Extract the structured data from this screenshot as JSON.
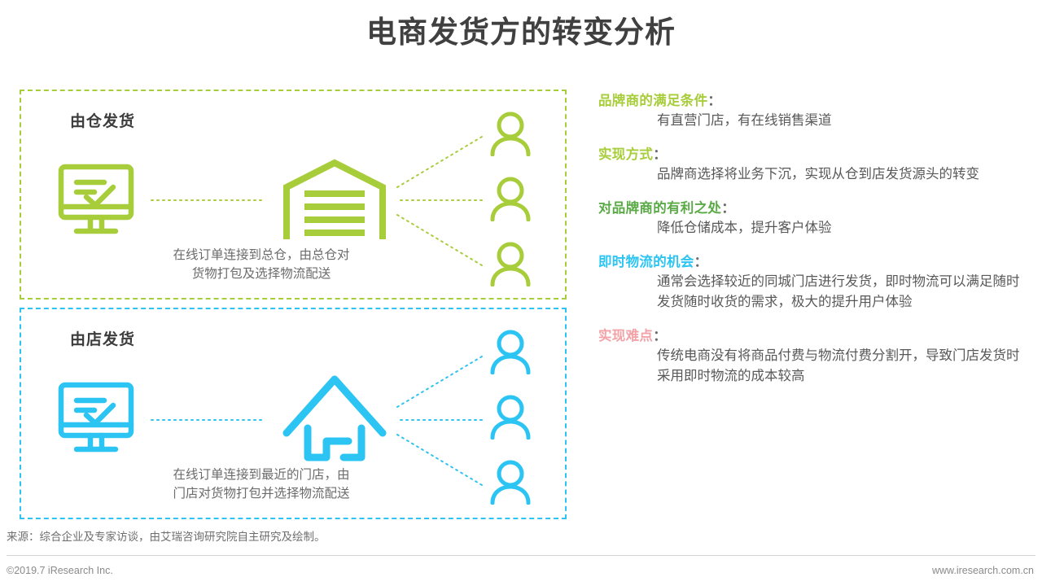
{
  "title": "电商发货方的转变分析",
  "colors": {
    "green": "#a8cd3a",
    "green_dark": "#5aab46",
    "blue": "#2bc4f3",
    "pink": "#f2a3a8",
    "title_gray": "#404040",
    "body_gray": "#585858"
  },
  "left_panel": {
    "warehouse_box": {
      "heading": "由仓发货",
      "caption_line1": "在线订单连接到总仓，由总仓对",
      "caption_line2": "货物打包及选择物流配送",
      "icons": {
        "source": "monitor-checklist-icon",
        "hub": "warehouse-icon",
        "targets": "person-icon"
      }
    },
    "store_box": {
      "heading": "由店发货",
      "caption_line1": "在线订单连接到最近的门店，由",
      "caption_line2": "门店对货物打包并选择物流配送",
      "icons": {
        "source": "monitor-checklist-icon",
        "hub": "store-house-icon",
        "targets": "person-icon"
      }
    }
  },
  "right_panel": {
    "blocks": [
      {
        "head": "品牌商的满足条件",
        "colon": "：",
        "color": "#a8cd3a",
        "body": "有直营门店，有在线销售渠道"
      },
      {
        "head": "实现方式",
        "colon": "：",
        "color": "#a8cd3a",
        "body": "品牌商选择将业务下沉，实现从仓到店发货源头的转变"
      },
      {
        "head": "对品牌商的有利之处",
        "colon": "：",
        "color": "#5aab46",
        "body": "降低仓储成本，提升客户体验"
      },
      {
        "head": "即时物流的机会",
        "colon": "：",
        "color": "#2bc4f3",
        "body": "通常会选择较近的同城门店进行发货，即时物流可以满足随时发货随时收货的需求，极大的提升用户体验"
      },
      {
        "head": "实现难点",
        "colon": "：",
        "color": "#f2a3a8",
        "body": "传统电商没有将商品付费与物流付费分割开，导致门店发货时采用即时物流的成本较高"
      }
    ]
  },
  "footer": {
    "source": "来源：综合企业及专家访谈，由艾瑞咨询研究院自主研究及绘制。",
    "copyright": "©2019.7 iResearch Inc.",
    "website": "www.iresearch.com.cn"
  }
}
